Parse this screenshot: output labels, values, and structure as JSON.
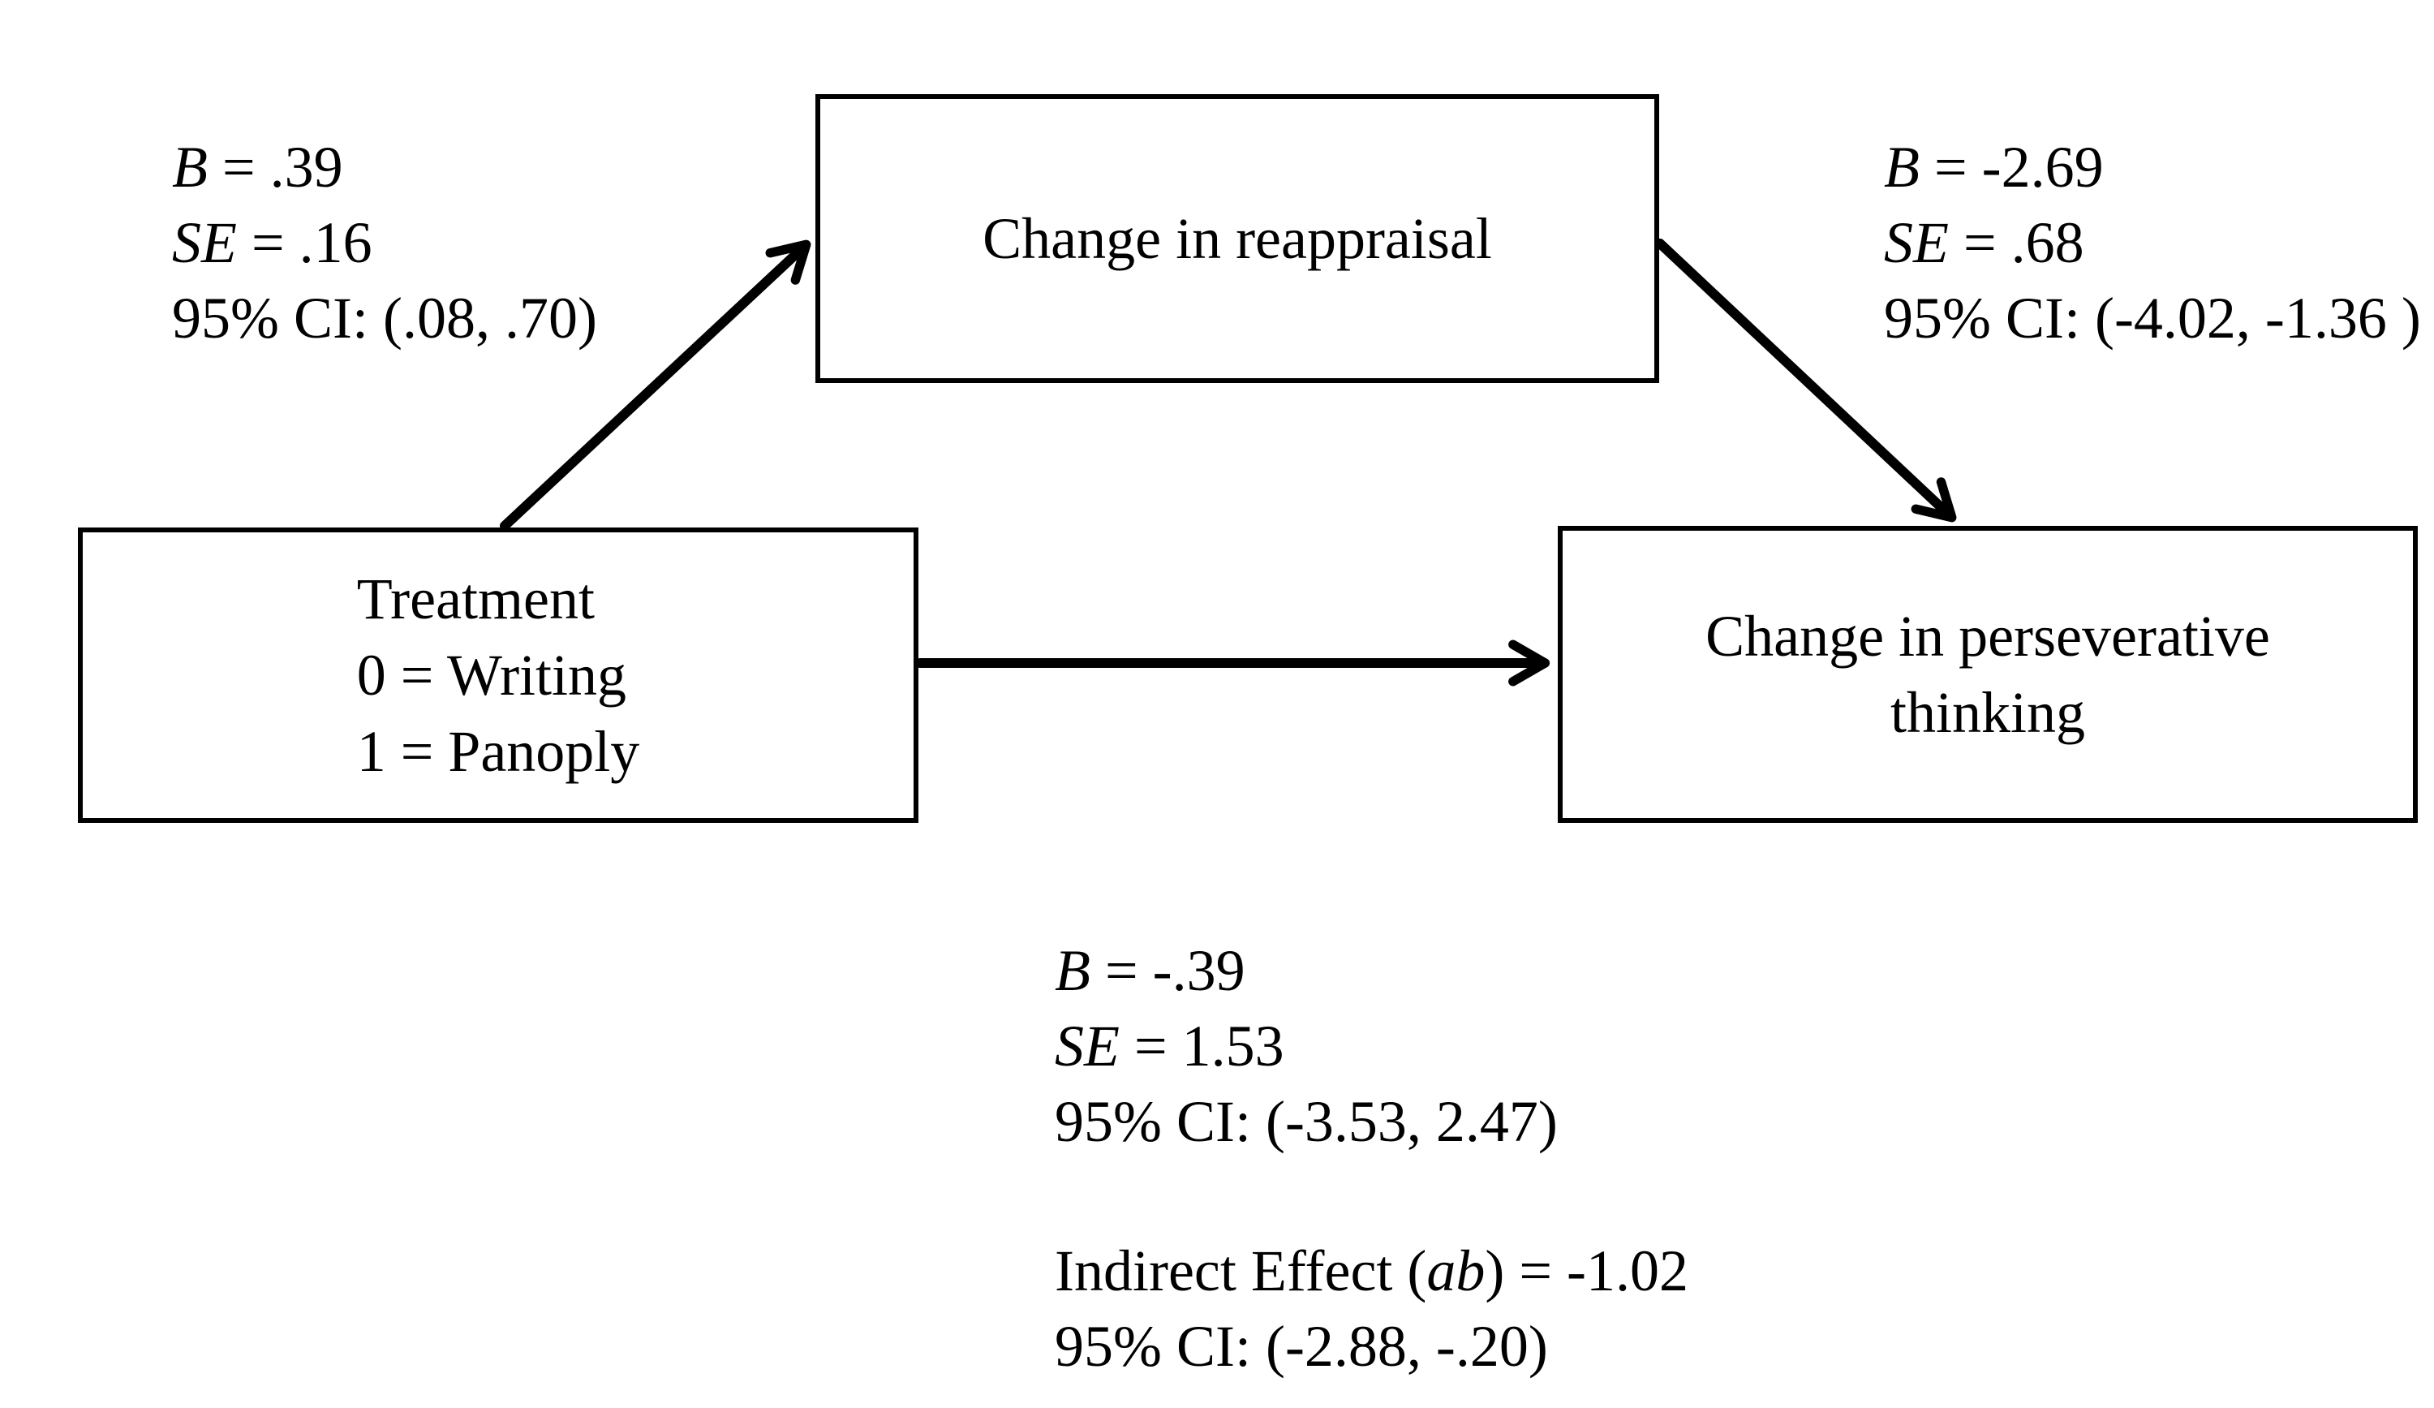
{
  "diagram": {
    "boxes": {
      "mediator": {
        "label": "Change in reappraisal"
      },
      "predictor": {
        "lines": [
          "Treatment",
          "0 = Writing",
          "1 = Panoply"
        ]
      },
      "outcome": {
        "lines": [
          "Change in perseverative",
          "thinking"
        ]
      }
    },
    "stats": {
      "path_a": {
        "b_var": "B",
        "b_rest": " = .39",
        "se_var": "SE",
        "se_rest": " = .16",
        "ci": "95% CI: (.08, .70)"
      },
      "path_b": {
        "b_var": "B",
        "b_rest": " = -2.69",
        "se_var": "SE",
        "se_rest": " = .68",
        "ci": "95% CI: (-4.02, -1.36 )"
      },
      "path_c": {
        "b_var": "B",
        "b_rest": " = -.39",
        "se_var": "SE",
        "se_rest": " = 1.53",
        "ci": "95% CI: (-3.53, 2.47)"
      },
      "indirect": {
        "prefix": "Indirect Effect (",
        "ab": "ab",
        "suffix": ") = -1.02",
        "ci": "95% CI: (-2.88, -.20)"
      }
    },
    "colors": {
      "ink": "#000000",
      "background": "#ffffff"
    }
  }
}
